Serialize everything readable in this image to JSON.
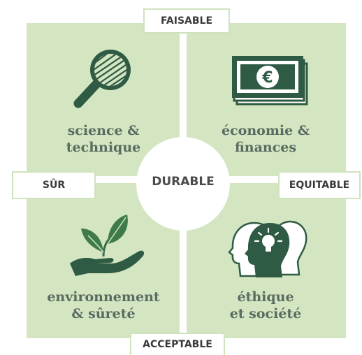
{
  "center": {
    "label": "DURABLE"
  },
  "tags": {
    "top": "FAISABLE",
    "left": "SÛR",
    "right": "EQUITABLE",
    "bottom": "ACCEPTABLE"
  },
  "quadrants": {
    "top_left": {
      "label": "science &\ntechnique",
      "icon": "magnifier-icon"
    },
    "top_right": {
      "label": "économie &\nfinances",
      "icon": "euro-banknote-icon"
    },
    "bottom_left": {
      "label": "environnement\n& sûreté",
      "icon": "plant-in-hand-icon"
    },
    "bottom_right": {
      "label": "éthique\net société",
      "icon": "heads-lightbulb-icon"
    }
  },
  "colors": {
    "quadrant_bg": "#d3e6c1",
    "icon_dark": "#2f5a43",
    "label_text": "#5c6b61"
  }
}
